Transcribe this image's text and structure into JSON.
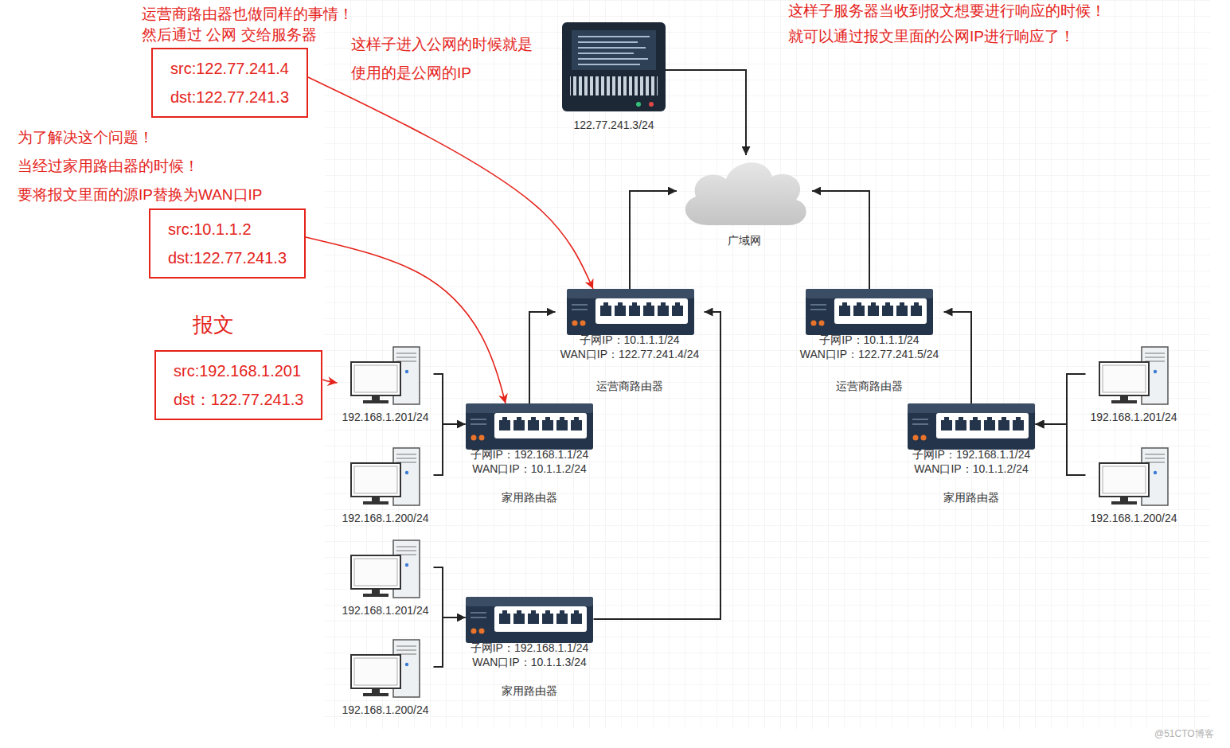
{
  "diagram": {
    "nodes": [
      {
        "text": [
          "src:122.77.241.4",
          "dst:122.77.241.3"
        ]
      },
      {
        "text": [
          "122.77.241.3/24"
        ]
      },
      {
        "text": [
          "src:10.1.1.2",
          "dst:122.77.241.3"
        ]
      },
      {
        "text": [
          "广域网"
        ]
      },
      {
        "text": [
          "子网IP：10.1.1.1/24",
          "WAN口IP：122.77.241.4/24",
          "运营商路由器"
        ]
      },
      {
        "text": [
          "子网IP：10.1.1.1/24",
          "WAN口IP：122.77.241.5/24",
          "运营商路由器"
        ]
      },
      {
        "text": [
          "src:192.168.1.201",
          "dst：122.77.241.3"
        ]
      },
      {
        "text": [
          "192.168.1.201/24"
        ]
      },
      {
        "text": [
          "子网IP：192.168.1.1/24",
          "WAN口IP：10.1.1.2/24",
          "家用路由器"
        ]
      },
      {
        "text": [
          "子网IP：192.168.1.1/24",
          "WAN口IP：10.1.1.2/24",
          "家用路由器"
        ]
      },
      {
        "text": [
          "192.168.1.201/24"
        ]
      },
      {
        "text": [
          "192.168.1.200/24"
        ]
      },
      {
        "text": [
          "192.168.1.200/24"
        ]
      },
      {
        "text": [
          "192.168.1.201/24"
        ]
      },
      {
        "text": [
          "子网IP：192.168.1.1/24",
          "WAN口IP：10.1.1.3/24",
          "家用路由器"
        ]
      },
      {
        "text": [
          "192.168.1.200/24"
        ]
      }
    ],
    "edges": [
      {
        "from": 7,
        "to": 8,
        "arrow": "to"
      },
      {
        "from": 11,
        "to": 8,
        "arrow": "to"
      },
      {
        "from": 8,
        "to": 4,
        "arrow": "to"
      },
      {
        "from": 14,
        "to": 4,
        "arrow": "to"
      },
      {
        "from": 4,
        "to": 3,
        "arrow": "to"
      },
      {
        "from": 1,
        "to": 3,
        "arrow": "to"
      },
      {
        "from": 5,
        "to": 3,
        "arrow": "to"
      },
      {
        "from": 9,
        "to": 5,
        "arrow": "to"
      },
      {
        "from": 10,
        "to": 9,
        "arrow": "to"
      },
      {
        "from": 12,
        "to": 9,
        "arrow": "to"
      },
      {
        "from": 13,
        "to": 14,
        "arrow": "to"
      },
      {
        "from": 15,
        "to": 14,
        "arrow": "to"
      },
      {
        "from": 0,
        "to": 4,
        "arrow": "to"
      },
      {
        "from": 2,
        "to": 8,
        "arrow": "to"
      },
      {
        "from": 6,
        "to": 7,
        "arrow": "to"
      }
    ],
    "labels": [
      "运营商路由器也做同样的事情！",
      "然后通过 公网 交给服务器",
      "这样子进入公网的时候就是",
      "使用的是公网的IP",
      "这样子服务器当收到报文想要进行响应的时候！",
      "就可以通过报文里面的公网IP进行响应了！",
      "为了解决这个问题！",
      "当经过家用路由器的时候！",
      "要将报文里面的源IP替换为WAN口IP",
      "报文",
      "@51CTO博客"
    ]
  }
}
